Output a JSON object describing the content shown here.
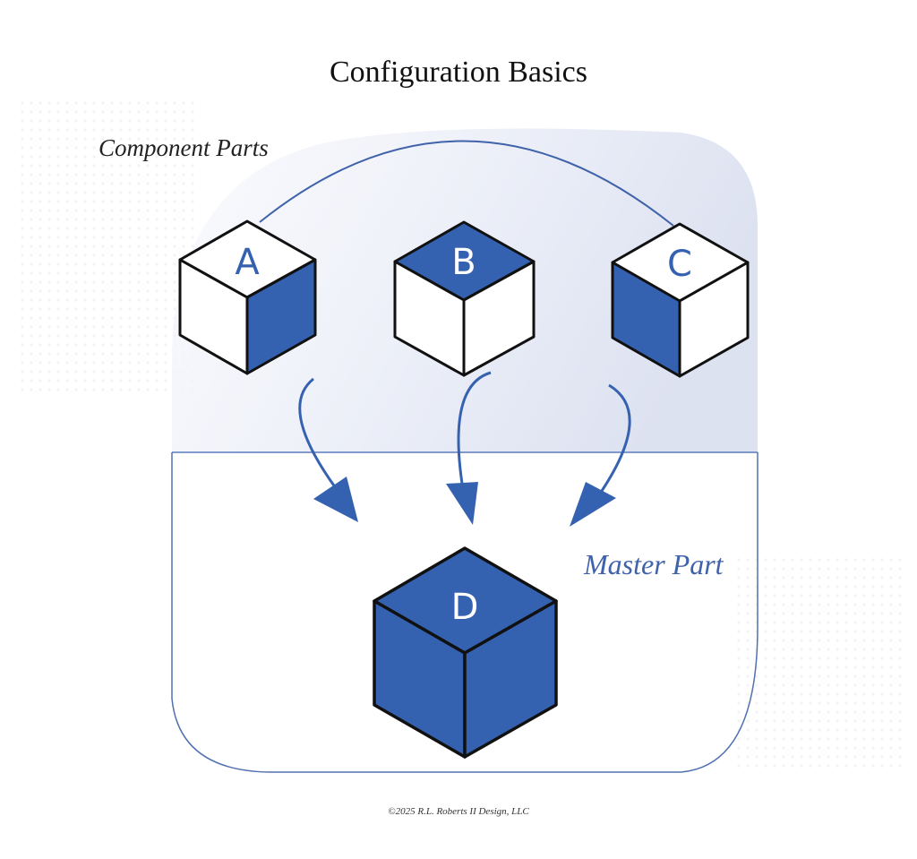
{
  "title": "Configuration Basics",
  "groups": {
    "component_label": "Component Parts",
    "master_label": "Master Part"
  },
  "cubes": {
    "a": {
      "letter": "A"
    },
    "b": {
      "letter": "B"
    },
    "c": {
      "letter": "C"
    },
    "d": {
      "letter": "D"
    }
  },
  "footer": {
    "copyright": "©2025 R.L. Roberts II Design, LLC"
  },
  "colors": {
    "accent_blue": "#3562b0",
    "label_blue": "#3f62aa",
    "outline": "#111111",
    "panel_tint": "#e6e9f5"
  }
}
